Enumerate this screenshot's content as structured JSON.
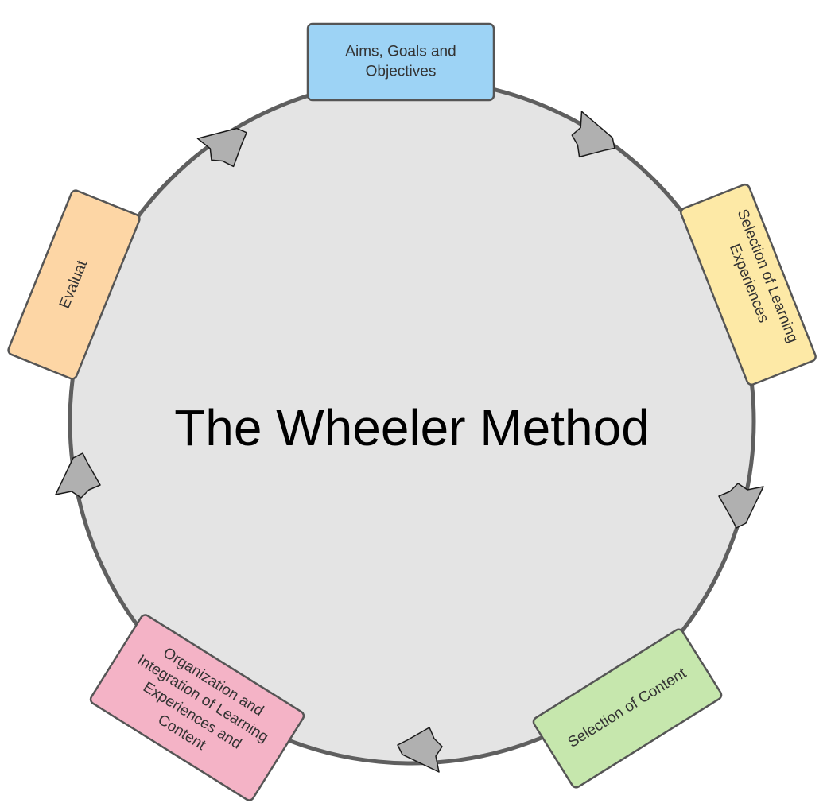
{
  "title": "The Wheeler Method",
  "colors": {
    "wheel_fill": "#e4e4e4",
    "wheel_stroke": "#5f5f5f",
    "arrow_fill": "#b0b0b0"
  },
  "stages": [
    {
      "lines": [
        "Aims, Goals and",
        "Objectives"
      ],
      "color": "#9dd3f5"
    },
    {
      "lines": [
        "Selection of Learning",
        "Experiences"
      ],
      "color": "#fde9a6"
    },
    {
      "lines": [
        "Selection of Content"
      ],
      "color": "#c6e7ad"
    },
    {
      "lines": [
        "Organization and",
        "Integration of Learning",
        "Experiences and",
        "Content"
      ],
      "color": "#f4b3c6"
    },
    {
      "lines": [
        "Evaluat"
      ],
      "color": "#fdd6a5"
    }
  ],
  "arrows": [
    {
      "icon": "arrow-head-icon"
    },
    {
      "icon": "arrow-head-icon"
    },
    {
      "icon": "arrow-head-icon"
    },
    {
      "icon": "arrow-head-icon"
    },
    {
      "icon": "arrow-head-icon"
    }
  ]
}
